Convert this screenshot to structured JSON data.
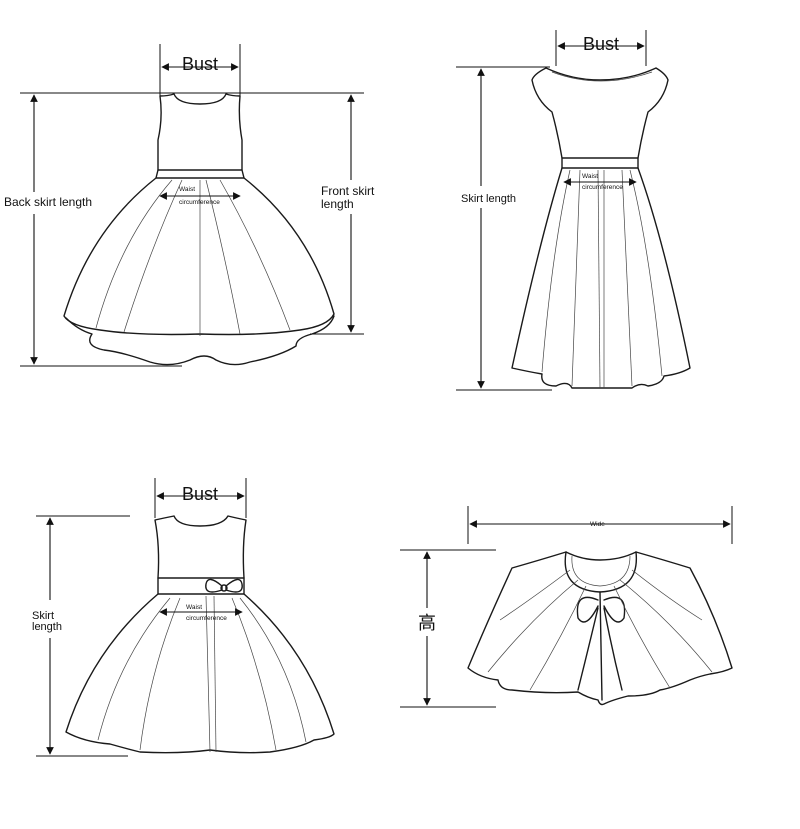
{
  "dress_a": {
    "bust": "Bust",
    "back_length": "Back skirt length",
    "front_length_1": "Front skirt",
    "front_length_2": "length",
    "waist_1": "Waist",
    "waist_2": "circumference"
  },
  "dress_b": {
    "bust": "Bust",
    "skirt_length": "Skirt length",
    "waist_1": "Waist",
    "waist_2": "circumference"
  },
  "dress_c": {
    "bust": "Bust",
    "skirt_length_1": "Skirt",
    "skirt_length_2": "length",
    "waist_1": "Waist",
    "waist_2": "circumference"
  },
  "cape": {
    "wide": "Wide",
    "height": "高"
  }
}
